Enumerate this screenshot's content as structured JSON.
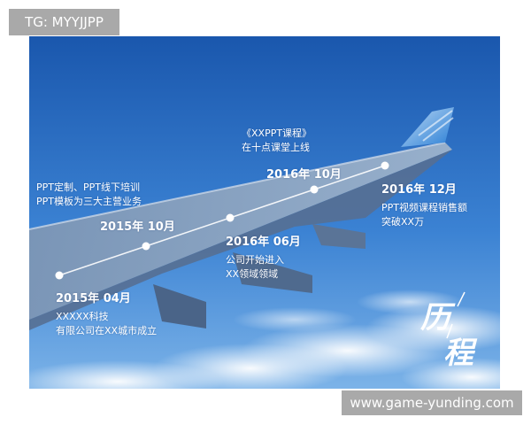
{
  "watermark_top": "TG: MYYJJPP",
  "watermark_bottom": "www.game-yunding.com",
  "timeline": [
    {
      "year": "2015年 04月",
      "lines": [
        "XXXXX科技",
        "有限公司在XX城市成立"
      ]
    },
    {
      "year": "2015年 10月",
      "lines": [
        "PPT定制、PPT线下培训",
        "PPT模板为三大主营业务"
      ]
    },
    {
      "year": "2016年 06月",
      "lines": [
        "公司开始进入",
        "XX领域领域"
      ]
    },
    {
      "year": "2016年 10月",
      "lines": [
        "《XXPPT课程》",
        "在十点课堂上线"
      ]
    },
    {
      "year": "2016年 12月",
      "lines": [
        "PPT视频课程销售额",
        "突破XX万"
      ]
    }
  ],
  "title_art": [
    "历",
    "程"
  ],
  "colors": {
    "sky_top": "#1a5fb8",
    "sky_mid": "#3f86d6",
    "wing": "#6f8cad",
    "winglet_accent": "#2f8fe0"
  }
}
